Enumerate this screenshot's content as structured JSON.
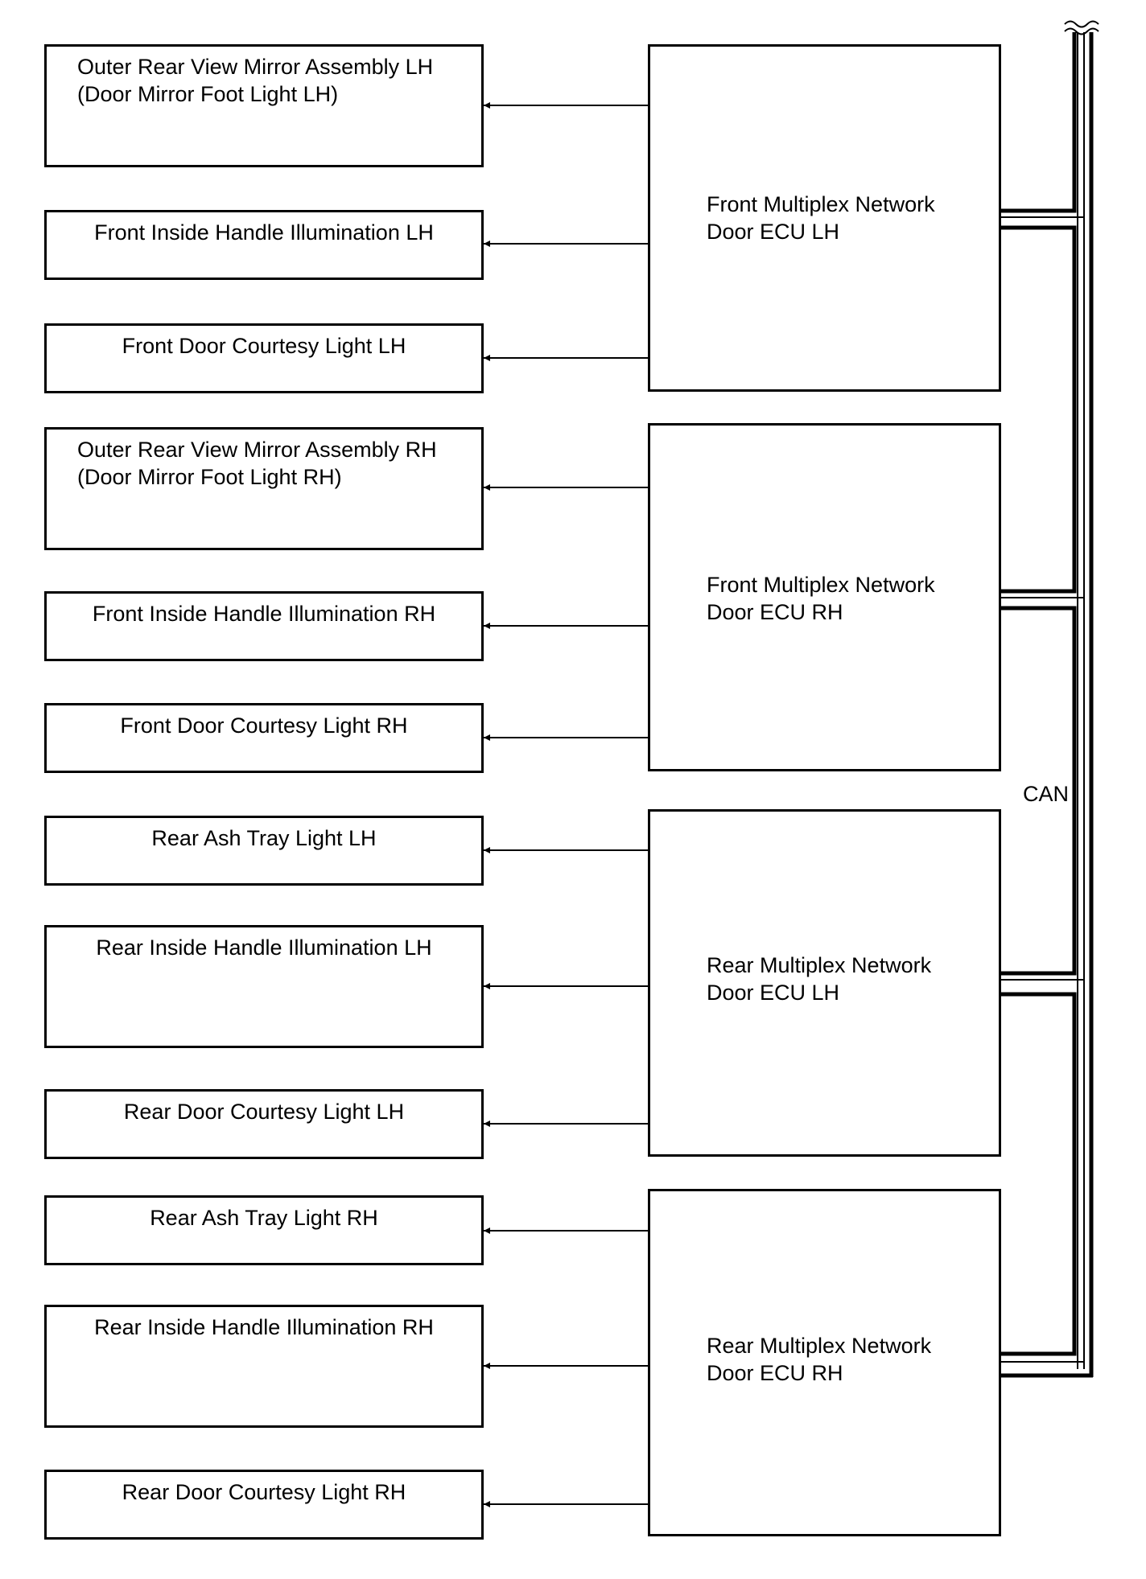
{
  "diagram": {
    "bus_label": "CAN",
    "ecus": [
      {
        "label": "Front Multiplex Network\nDoor ECU LH",
        "outputs": [
          "Outer Rear View Mirror Assembly LH\n(Door Mirror Foot Light LH)",
          "Front Inside Handle Illumination LH",
          "Front Door Courtesy Light LH"
        ]
      },
      {
        "label": "Front Multiplex Network\nDoor ECU RH",
        "outputs": [
          "Outer Rear View Mirror Assembly RH\n(Door Mirror Foot Light RH)",
          "Front Inside Handle Illumination RH",
          "Front Door Courtesy Light RH"
        ]
      },
      {
        "label": "Rear Multiplex Network\nDoor ECU LH",
        "outputs": [
          "Rear Ash Tray Light LH",
          "Rear Inside Handle Illumination LH",
          "Rear Door Courtesy Light LH"
        ]
      },
      {
        "label": "Rear Multiplex Network\nDoor ECU RH",
        "outputs": [
          "Rear Ash Tray Light RH",
          "Rear Inside Handle Illumination RH",
          "Rear Door Courtesy Light RH"
        ]
      }
    ]
  }
}
